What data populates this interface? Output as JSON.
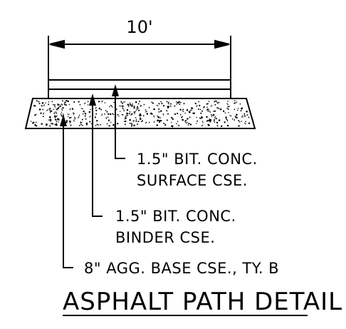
{
  "drawing": {
    "dimension_label": "10'",
    "callouts": [
      {
        "id": "surface",
        "line1": "1.5\" BIT. CONC.",
        "line2": "SURFACE CSE."
      },
      {
        "id": "binder",
        "line1": "1.5\" BIT. CONC.",
        "line2": "BINDER CSE."
      },
      {
        "id": "base",
        "line1": "8\" AGG. BASE CSE., TY. B"
      }
    ],
    "title": "ASPHALT PATH DETAIL"
  },
  "colors": {
    "ink": "#000000",
    "background": "#ffffff"
  }
}
